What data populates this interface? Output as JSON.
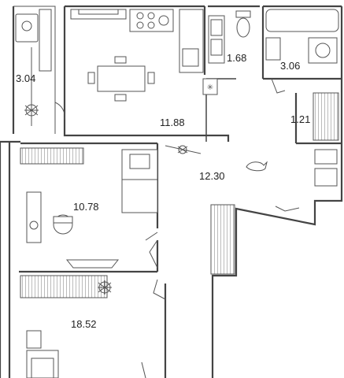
{
  "rooms": [
    {
      "id": "balcony-left",
      "area": "3.04"
    },
    {
      "id": "kitchen",
      "area": "11.88"
    },
    {
      "id": "wc",
      "area": "1.68"
    },
    {
      "id": "bathroom",
      "area": "3.06"
    },
    {
      "id": "closet",
      "area": "1.21"
    },
    {
      "id": "hall",
      "area": "12.30"
    },
    {
      "id": "bedroom-1",
      "area": "10.78"
    },
    {
      "id": "bedroom-2",
      "area": "18.52"
    }
  ]
}
